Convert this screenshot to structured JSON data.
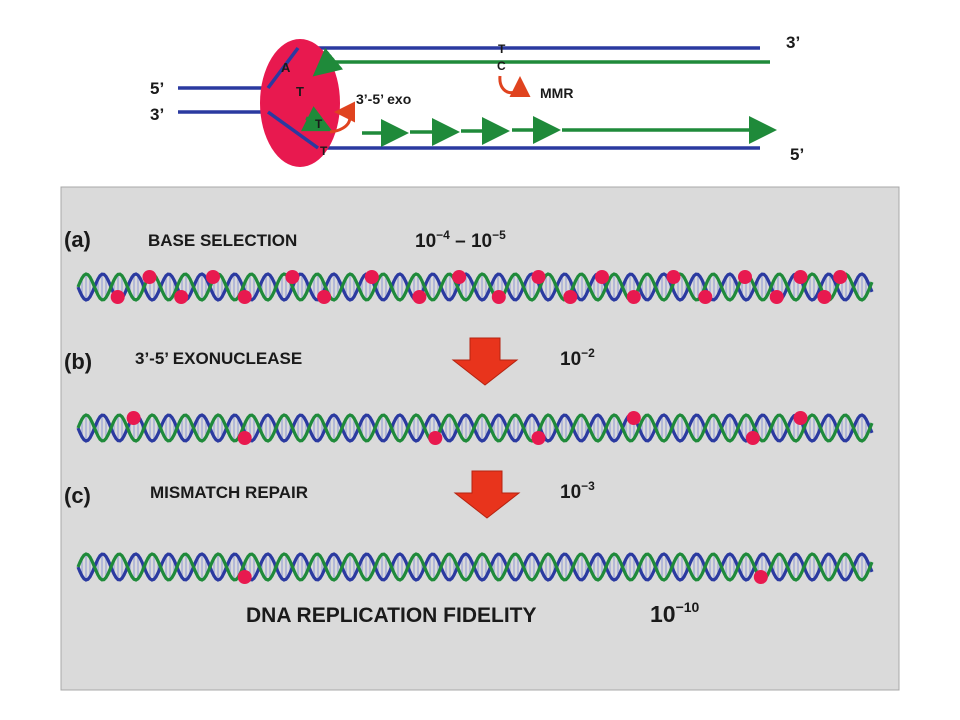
{
  "top_diagram": {
    "label_5prime_left": "5’",
    "label_3prime_left": "3’",
    "label_3prime_right": "3’",
    "label_5prime_right": "5’",
    "base_A": "A",
    "base_T_incoming": "T",
    "base_T_proof": "T",
    "base_T_bottom": "T",
    "base_T_top": "T",
    "base_C_mismatch": "C",
    "exo_label": "3’-5’ exo",
    "mmr_label": "MMR",
    "colors": {
      "polymerase": "#e8194f",
      "template_strand": "#2b3aa0",
      "new_strand": "#1f8a3a",
      "arrow_red": "#e0431f"
    }
  },
  "panel": {
    "steps": [
      {
        "letter": "(a)",
        "title": "BASE SELECTION",
        "rate_base": "10",
        "rate_exp": "−4",
        "rate_sep": " – ",
        "rate_base2": "10",
        "rate_exp2": "−5"
      },
      {
        "letter": "(b)",
        "title": "3’-5’ EXONUCLEASE",
        "rate_base": "10",
        "rate_exp": "−2"
      },
      {
        "letter": "(c)",
        "title": "MISMATCH REPAIR",
        "rate_base": "10",
        "rate_exp": "−3"
      }
    ],
    "final_label": "DNA REPLICATION FIDELITY",
    "final_rate_base": "10",
    "final_rate_exp": "−10",
    "helices": [
      {
        "error_count": 22
      },
      {
        "error_count": 7
      },
      {
        "error_count": 2
      }
    ],
    "colors": {
      "background": "#dadada",
      "helix_blue": "#2b3aa0",
      "helix_green": "#1f8a3a",
      "rungs": "#9aa3d6",
      "error_dot": "#e8194f",
      "down_arrow": "#e8341c"
    }
  }
}
